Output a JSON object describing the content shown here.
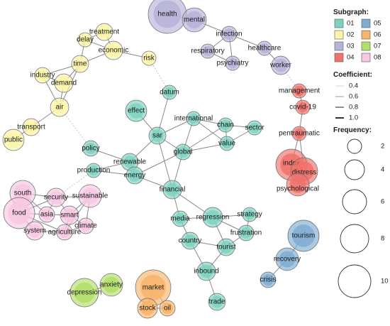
{
  "colors": {
    "01": "#7fd1c0",
    "02": "#fbf5a7",
    "03": "#b7b3d8",
    "04": "#f0726b",
    "05": "#80acd3",
    "06": "#f8b46a",
    "07": "#b3de6a",
    "08": "#f7c7e2"
  },
  "legend": {
    "subgraph_title": "Subgraph:",
    "subgraphs": [
      "01",
      "02",
      "03",
      "04",
      "05",
      "06",
      "07",
      "08"
    ],
    "coefficient_title": "Coefficient:",
    "coefficients": [
      "0.4",
      "0.6",
      "0.8",
      "1.0"
    ],
    "frequency_title": "Frequency:",
    "frequencies": [
      "2",
      "4",
      "6",
      "8",
      "10"
    ]
  },
  "nodes": [
    {
      "id": "health",
      "label": "health",
      "group": "03"
    },
    {
      "id": "mental",
      "label": "mental",
      "group": "03"
    },
    {
      "id": "infection",
      "label": "infection",
      "group": "03"
    },
    {
      "id": "respiratory",
      "label": "respiratory",
      "group": "03"
    },
    {
      "id": "psychiatry",
      "label": "psychiatry",
      "group": "03"
    },
    {
      "id": "healthcare",
      "label": "healthcare",
      "group": "03"
    },
    {
      "id": "worker",
      "label": "worker",
      "group": "03"
    },
    {
      "id": "treatment",
      "label": "treatment",
      "group": "02"
    },
    {
      "id": "delay",
      "label": "delay",
      "group": "02"
    },
    {
      "id": "economic",
      "label": "economic",
      "group": "02"
    },
    {
      "id": "time",
      "label": "time",
      "group": "02"
    },
    {
      "id": "risk",
      "label": "risk",
      "group": "02"
    },
    {
      "id": "industry",
      "label": "industry",
      "group": "02"
    },
    {
      "id": "demand",
      "label": "demand",
      "group": "02"
    },
    {
      "id": "air",
      "label": "air",
      "group": "02"
    },
    {
      "id": "transport",
      "label": "transport",
      "group": "02"
    },
    {
      "id": "public",
      "label": "public",
      "group": "02"
    },
    {
      "id": "management",
      "label": "management",
      "group": "04"
    },
    {
      "id": "covid19",
      "label": "covid-19",
      "group": "04"
    },
    {
      "id": "pentraumatic",
      "label": "pentraumatic",
      "group": "04"
    },
    {
      "id": "index",
      "label": "index",
      "group": "04"
    },
    {
      "id": "distress",
      "label": "distress",
      "group": "04"
    },
    {
      "id": "psychological",
      "label": "psychological",
      "group": "04"
    },
    {
      "id": "datum",
      "label": "datum",
      "group": "01"
    },
    {
      "id": "effect",
      "label": "effect",
      "group": "01"
    },
    {
      "id": "sar",
      "label": "sar",
      "group": "01"
    },
    {
      "id": "international",
      "label": "international",
      "group": "01"
    },
    {
      "id": "chain",
      "label": "chain",
      "group": "01"
    },
    {
      "id": "sector",
      "label": "sector",
      "group": "01"
    },
    {
      "id": "value",
      "label": "value",
      "group": "01"
    },
    {
      "id": "global",
      "label": "global",
      "group": "01"
    },
    {
      "id": "policy",
      "label": "policy",
      "group": "01"
    },
    {
      "id": "renewable",
      "label": "renewable",
      "group": "01"
    },
    {
      "id": "production",
      "label": "production",
      "group": "01"
    },
    {
      "id": "energy",
      "label": "energy",
      "group": "01"
    },
    {
      "id": "financial",
      "label": "financial",
      "group": "01"
    },
    {
      "id": "media",
      "label": "media",
      "group": "01"
    },
    {
      "id": "regression",
      "label": "regression",
      "group": "01"
    },
    {
      "id": "strategy",
      "label": "strategy",
      "group": "01"
    },
    {
      "id": "country",
      "label": "country",
      "group": "01"
    },
    {
      "id": "frustration",
      "label": "frustration",
      "group": "01"
    },
    {
      "id": "tourist",
      "label": "tourist",
      "group": "01"
    },
    {
      "id": "inbound",
      "label": "inbound",
      "group": "01"
    },
    {
      "id": "trade",
      "label": "trade",
      "group": "01"
    },
    {
      "id": "south",
      "label": "south",
      "group": "08"
    },
    {
      "id": "security",
      "label": "security",
      "group": "08"
    },
    {
      "id": "sustainable",
      "label": "sustainable",
      "group": "08"
    },
    {
      "id": "food",
      "label": "food",
      "group": "08"
    },
    {
      "id": "asia",
      "label": "asia",
      "group": "08"
    },
    {
      "id": "smart",
      "label": "smart",
      "group": "08"
    },
    {
      "id": "climate",
      "label": "climate",
      "group": "08"
    },
    {
      "id": "system",
      "label": "system",
      "group": "08"
    },
    {
      "id": "agriculture",
      "label": "agriculture",
      "group": "08"
    },
    {
      "id": "tourism",
      "label": "tourism",
      "group": "05"
    },
    {
      "id": "recovery",
      "label": "recovery",
      "group": "05"
    },
    {
      "id": "crisis",
      "label": "crisis",
      "group": "05"
    },
    {
      "id": "depression",
      "label": "depression",
      "group": "07"
    },
    {
      "id": "anxiety",
      "label": "anxiety",
      "group": "07"
    },
    {
      "id": "market",
      "label": "market",
      "group": "06"
    },
    {
      "id": "stock",
      "label": "stock",
      "group": "06"
    },
    {
      "id": "oil",
      "label": "oil",
      "group": "06"
    }
  ],
  "edges": [
    [
      "health",
      "mental",
      "solid"
    ],
    [
      "infection",
      "respiratory",
      "solid"
    ],
    [
      "infection",
      "psychiatry",
      "solid"
    ],
    [
      "infection",
      "healthcare",
      "solid"
    ],
    [
      "respiratory",
      "psychiatry",
      "solid"
    ],
    [
      "healthcare",
      "worker",
      "solid"
    ],
    [
      "mental",
      "infection",
      "solid"
    ],
    [
      "treatment",
      "delay",
      "solid"
    ],
    [
      "treatment",
      "economic",
      "solid"
    ],
    [
      "delay",
      "economic",
      "solid"
    ],
    [
      "delay",
      "time",
      "solid"
    ],
    [
      "economic",
      "time",
      "solid"
    ],
    [
      "economic",
      "risk",
      "solid"
    ],
    [
      "time",
      "industry",
      "solid"
    ],
    [
      "time",
      "demand",
      "solid"
    ],
    [
      "time",
      "air",
      "solid"
    ],
    [
      "industry",
      "demand",
      "solid"
    ],
    [
      "industry",
      "air",
      "solid"
    ],
    [
      "demand",
      "air",
      "solid"
    ],
    [
      "air",
      "transport",
      "solid"
    ],
    [
      "transport",
      "public",
      "solid"
    ],
    [
      "risk",
      "datum",
      "dashed"
    ],
    [
      "air",
      "policy",
      "dashed"
    ],
    [
      "management",
      "covid19",
      "solid"
    ],
    [
      "covid19",
      "pentraumatic",
      "solid"
    ],
    [
      "pentraumatic",
      "index",
      "solid"
    ],
    [
      "pentraumatic",
      "distress",
      "solid"
    ],
    [
      "index",
      "distress",
      "solid"
    ],
    [
      "index",
      "psychological",
      "solid"
    ],
    [
      "distress",
      "psychological",
      "solid"
    ],
    [
      "worker",
      "management",
      "dashed"
    ],
    [
      "datum",
      "sar",
      "solid"
    ],
    [
      "effect",
      "sar",
      "solid"
    ],
    [
      "sar",
      "international",
      "solid"
    ],
    [
      "sar",
      "global",
      "solid"
    ],
    [
      "sar",
      "renewable",
      "solid"
    ],
    [
      "sar",
      "financial",
      "solid"
    ],
    [
      "international",
      "chain",
      "solid"
    ],
    [
      "international",
      "value",
      "solid"
    ],
    [
      "international",
      "global",
      "solid"
    ],
    [
      "chain",
      "sector",
      "solid"
    ],
    [
      "chain",
      "value",
      "solid"
    ],
    [
      "value",
      "sector",
      "solid"
    ],
    [
      "global",
      "value",
      "solid"
    ],
    [
      "global",
      "chain",
      "solid"
    ],
    [
      "global",
      "energy",
      "solid"
    ],
    [
      "global",
      "financial",
      "solid"
    ],
    [
      "policy",
      "renewable",
      "solid"
    ],
    [
      "renewable",
      "energy",
      "solid"
    ],
    [
      "production",
      "energy",
      "solid"
    ],
    [
      "production",
      "renewable",
      "solid"
    ],
    [
      "energy",
      "financial",
      "solid"
    ],
    [
      "financial",
      "media",
      "solid"
    ],
    [
      "financial",
      "regression",
      "solid"
    ],
    [
      "media",
      "regression",
      "solid"
    ],
    [
      "media",
      "country",
      "solid"
    ],
    [
      "regression",
      "strategy",
      "solid"
    ],
    [
      "regression",
      "frustration",
      "solid"
    ],
    [
      "regression",
      "tourist",
      "solid"
    ],
    [
      "strategy",
      "frustration",
      "solid"
    ],
    [
      "country",
      "tourist",
      "solid"
    ],
    [
      "country",
      "inbound",
      "solid"
    ],
    [
      "tourist",
      "inbound",
      "solid"
    ],
    [
      "inbound",
      "trade",
      "solid"
    ],
    [
      "frustration",
      "tourist",
      "solid"
    ],
    [
      "production",
      "security",
      "dashed"
    ],
    [
      "south",
      "security",
      "solid"
    ],
    [
      "south",
      "food",
      "solid"
    ],
    [
      "south",
      "asia",
      "solid"
    ],
    [
      "security",
      "food",
      "solid"
    ],
    [
      "security",
      "sustainable",
      "solid"
    ],
    [
      "security",
      "asia",
      "solid"
    ],
    [
      "security",
      "smart",
      "solid"
    ],
    [
      "sustainable",
      "smart",
      "solid"
    ],
    [
      "sustainable",
      "climate",
      "solid"
    ],
    [
      "sustainable",
      "agriculture",
      "solid"
    ],
    [
      "food",
      "asia",
      "solid"
    ],
    [
      "food",
      "system",
      "solid"
    ],
    [
      "asia",
      "smart",
      "solid"
    ],
    [
      "smart",
      "climate",
      "solid"
    ],
    [
      "smart",
      "agriculture",
      "solid"
    ],
    [
      "climate",
      "agriculture",
      "solid"
    ],
    [
      "system",
      "agriculture",
      "solid"
    ],
    [
      "food",
      "agriculture",
      "solid"
    ],
    [
      "tourism",
      "recovery",
      "solid"
    ],
    [
      "recovery",
      "crisis",
      "solid"
    ],
    [
      "depression",
      "anxiety",
      "solid"
    ],
    [
      "market",
      "stock",
      "solid"
    ],
    [
      "market",
      "oil",
      "solid"
    ],
    [
      "stock",
      "oil",
      "solid"
    ]
  ]
}
